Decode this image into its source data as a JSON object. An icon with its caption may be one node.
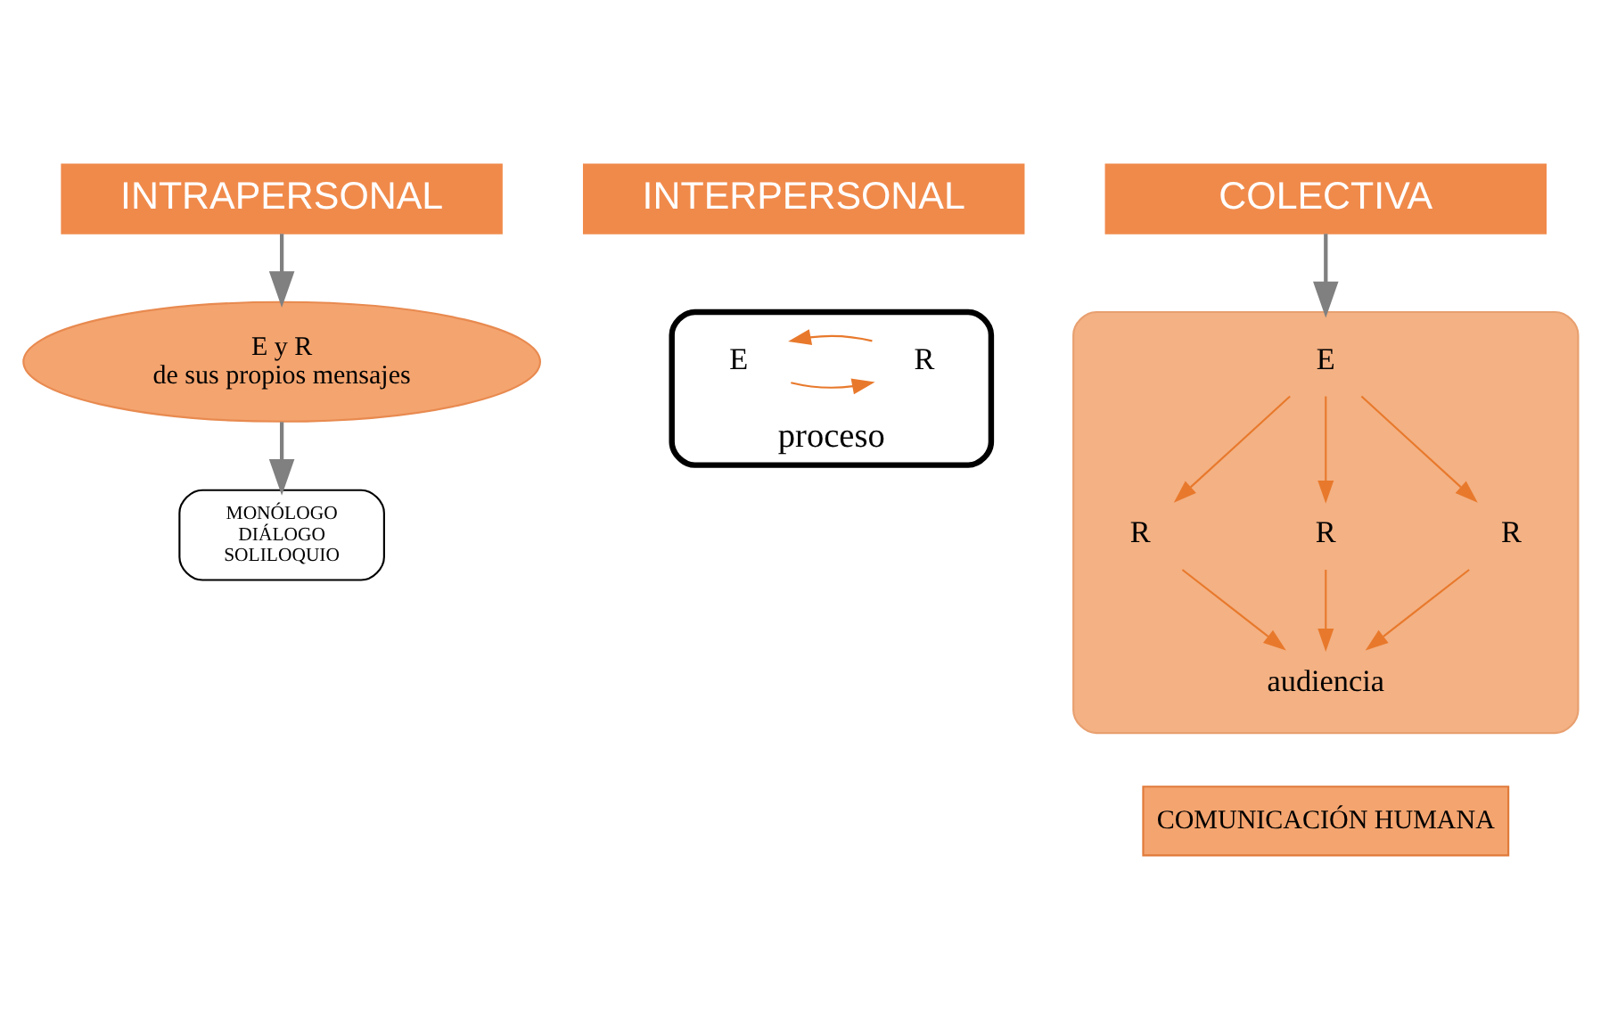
{
  "diagram": {
    "nodes": [
      {
        "text": [
          "INTRAPERSONAL"
        ]
      },
      {
        "text": [
          "INTERPERSONAL"
        ]
      },
      {
        "text": [
          "COLECTIVA"
        ]
      },
      {
        "text": [
          "E y R",
          "de sus propios mensajes"
        ]
      },
      {
        "text": [
          "MONÓLOGO",
          "DIÁLOGO",
          "SOLILOQUIO"
        ]
      },
      {
        "text": [
          "proceso"
        ]
      },
      {
        "text": [
          "E"
        ],
        "in": 5
      },
      {
        "text": [
          "R"
        ],
        "in": 5
      },
      {
        "text": [],
        "shape": "ellipse"
      },
      {
        "text": [
          "E"
        ],
        "in": 8
      },
      {
        "text": [
          "R"
        ],
        "in": 8
      },
      {
        "text": [
          "R"
        ],
        "in": 8
      },
      {
        "text": [
          "R"
        ],
        "in": 8
      },
      {
        "text": [
          "audiencia"
        ],
        "in": 8
      },
      {
        "text": [
          "COMUNICACIÓN HUMANA"
        ]
      }
    ],
    "edges": [
      {
        "from": 0,
        "to": 3,
        "arrow": "to",
        "color": "#808080"
      },
      {
        "from": 3,
        "to": 4,
        "arrow": "to",
        "color": "#808080"
      },
      {
        "from": 6,
        "to": 7,
        "arrow": "to"
      },
      {
        "from": 7,
        "to": 6,
        "arrow": "to"
      },
      {
        "from": 2,
        "to": 8,
        "arrow": "to",
        "color": "#808080"
      },
      {
        "from": 9,
        "to": 10,
        "arrow": "to"
      },
      {
        "from": 9,
        "to": 11,
        "arrow": "to"
      },
      {
        "from": 9,
        "to": 12,
        "arrow": "to"
      },
      {
        "from": 10,
        "to": 13,
        "arrow": "to"
      },
      {
        "from": 11,
        "to": 13,
        "arrow": "to"
      },
      {
        "from": 12,
        "to": 13,
        "arrow": "to"
      }
    ]
  }
}
